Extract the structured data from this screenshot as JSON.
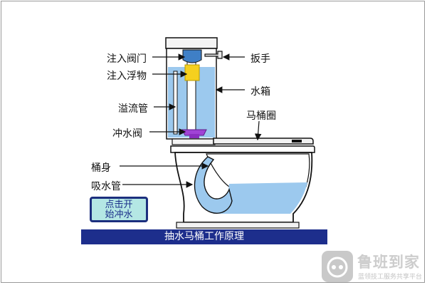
{
  "labels": {
    "inlet_valve": "注入阀门",
    "inlet_float": "注入浮物",
    "overflow_pipe": "溢流管",
    "flush_valve": "冲水阀",
    "handle": "扳手",
    "tank": "水箱",
    "seat_ring": "马桶圈",
    "bowl_body": "桶身",
    "siphon_pipe": "吸水管"
  },
  "button": {
    "line1": "点击开",
    "line2": "始冲水"
  },
  "caption": "抽水马桶工作原理",
  "watermark": {
    "title": "鲁班到家",
    "subtitle": "蓝领技工服务共享平台"
  },
  "colors": {
    "water": "#9cc9ee",
    "outline": "#111111",
    "float": "#f5d01f",
    "flush_valve": "#a043d6",
    "inlet_valve": "#3f7fc6",
    "caption_bg": "#1d2e8c",
    "button_bg": "#b4e7e4"
  }
}
